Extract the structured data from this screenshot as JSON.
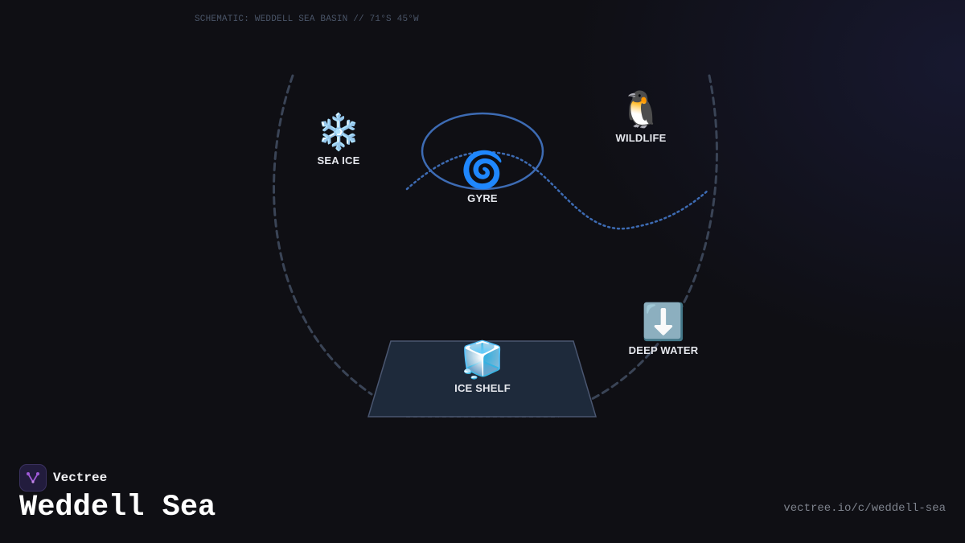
{
  "caption": "SCHEMATIC: WEDDELL SEA BASIN // 71°S 45°W",
  "nodes": {
    "sea_ice": {
      "emoji": "❄️",
      "label": "SEA ICE"
    },
    "gyre": {
      "emoji": "🌀",
      "label": "GYRE"
    },
    "wildlife": {
      "emoji": "🐧",
      "label": "WILDLIFE"
    },
    "deep_water": {
      "emoji": "⬇️",
      "label": "DEEP WATER"
    },
    "ice_shelf": {
      "emoji": "🧊",
      "label": "ICE SHELF"
    }
  },
  "brand": {
    "name": "Vectree"
  },
  "title": "Weddell Sea",
  "url": "vectree.io/c/weddell-sea",
  "colors": {
    "background": "#0f0f14",
    "basin_outline": "#3a4456",
    "current_line": "#3d6bb3",
    "shelf_fill": "#1e2a3b",
    "accent": "#a05ad8"
  }
}
